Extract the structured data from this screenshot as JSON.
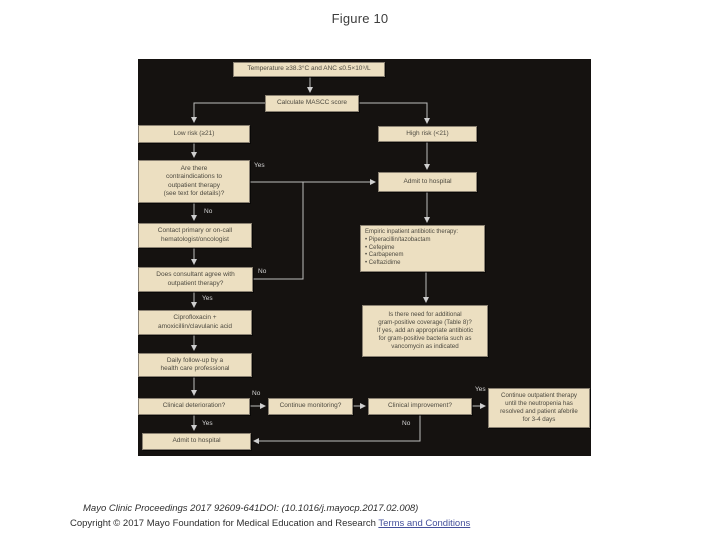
{
  "page": {
    "title": "Figure 10"
  },
  "flowchart": {
    "nodes": [
      {
        "id": "temperature-anc",
        "label": "Temperature ≥38.3°C and ANC ≤0.5×10⁹/L"
      },
      {
        "id": "calculate-mascc",
        "label": "Calculate MASCC score"
      },
      {
        "id": "low-risk",
        "label": "Low risk (≥21)"
      },
      {
        "id": "high-risk",
        "label": "High risk (<21)"
      },
      {
        "id": "contraindications",
        "label": "Are there\ncontraindications to\noutpatient therapy\n(see text for details)?"
      },
      {
        "id": "admit-top",
        "label": "Admit to hospital"
      },
      {
        "id": "contact-hematologist",
        "label": "Contact primary or on-call\nhematologist/oncologist"
      },
      {
        "id": "consultant-agree",
        "label": "Does consultant agree with\noutpatient therapy?"
      },
      {
        "id": "ciprofloxacin",
        "label": "Ciprofloxacin +\namoxicillin/clavulanic acid"
      },
      {
        "id": "daily-followup",
        "label": "Daily follow-up by a\nhealth care professional"
      },
      {
        "id": "clinical-deterioration",
        "label": "Clinical deterioration?"
      },
      {
        "id": "admit-bottom",
        "label": "Admit to hospital"
      },
      {
        "id": "continue-monitoring",
        "label": "Continue monitoring?"
      },
      {
        "id": "clinical-improvement",
        "label": "Clinical improvement?"
      },
      {
        "id": "continue-outpatient",
        "label": "Continue outpatient therapy\nuntil the neutropenia has\nresolved and patient afebrile\nfor 3-4 days"
      },
      {
        "id": "empiric-inpatient",
        "label": "Empiric inpatient antibiotic therapy:\n•  Piperacillin/tazobactam\n•  Cefepime\n•  Carbapenem\n•  Ceftazidime"
      },
      {
        "id": "gram-positive",
        "label": "Is there need for additional\ngram-positive coverage (Table 8)?\nIf yes, add an appropriate antibiotic\nfor gram-positive bacteria such as\nvancomycin as indicated"
      }
    ],
    "edge_labels": [
      {
        "text": "Yes"
      },
      {
        "text": "No"
      },
      {
        "text": "No"
      },
      {
        "text": "Yes"
      },
      {
        "text": "No"
      },
      {
        "text": "Yes"
      },
      {
        "text": "Yes"
      },
      {
        "text": "No"
      }
    ]
  },
  "footer": {
    "citation": "Mayo Clinic Proceedings 2017 92609-641DOI: (10.1016/j.mayocp.2017.02.008)",
    "copyright": "Copyright © 2017 Mayo Foundation for Medical Education and Research ",
    "terms_link": "Terms and Conditions"
  },
  "colors": {
    "panel_background": "#151210",
    "box_fill": "#ecdfc1",
    "connector": "#c2c2c2",
    "link": "#45509b"
  }
}
